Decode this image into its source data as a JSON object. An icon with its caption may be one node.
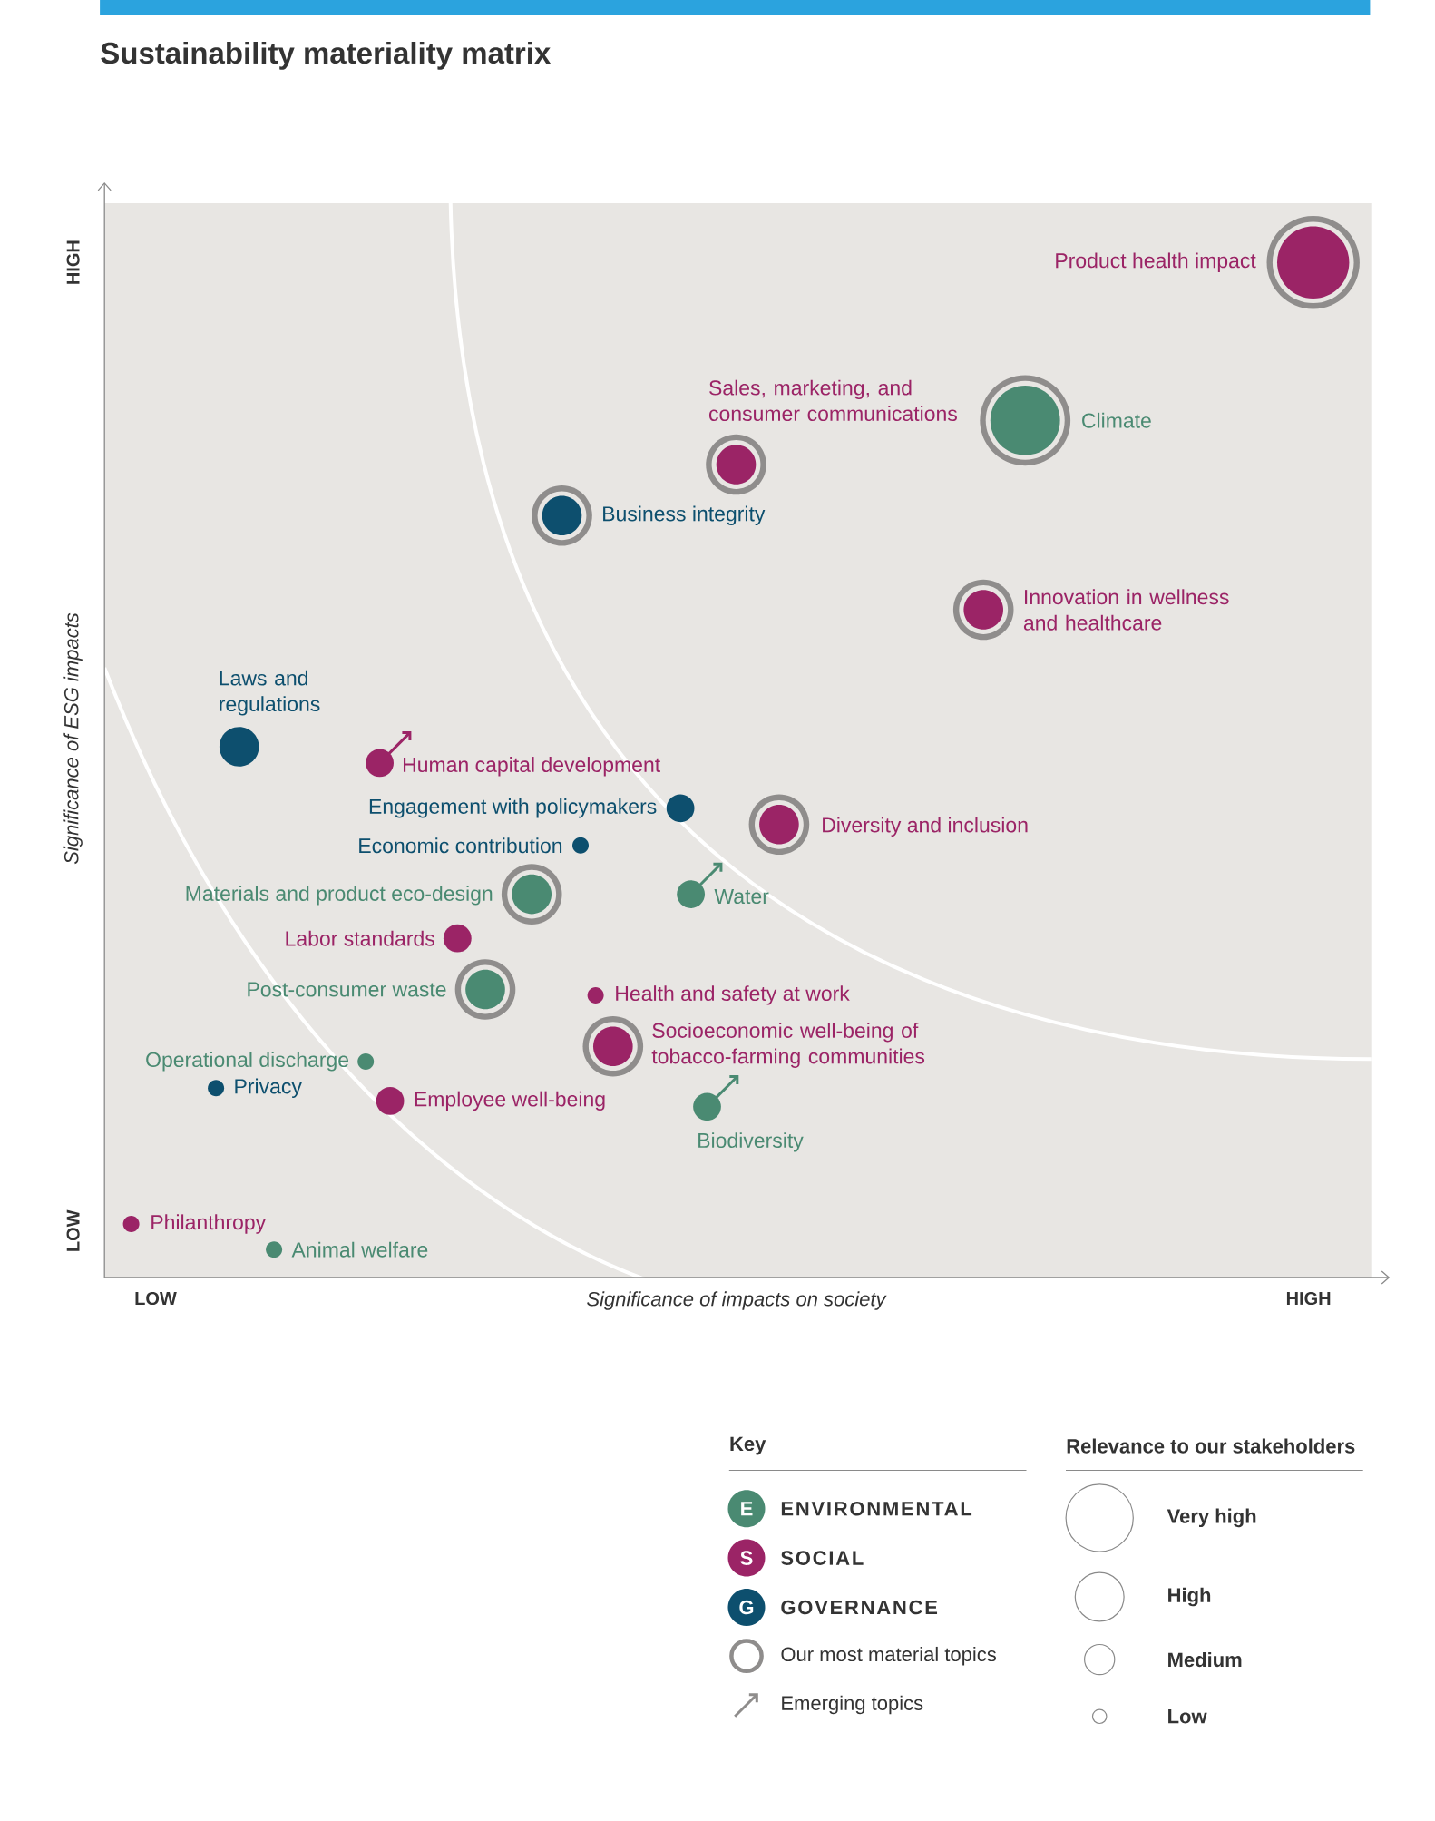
{
  "diagram": {
    "title": "Sustainability materiality matrix",
    "nodes": [
      {
        "text": [
          "Product health impact"
        ]
      },
      {
        "text": [
          "Sales, marketing, and consumer communications"
        ]
      },
      {
        "text": [
          "Climate"
        ]
      },
      {
        "text": [
          "Business integrity"
        ]
      },
      {
        "text": [
          "Innovation in wellness and healthcare"
        ]
      },
      {
        "text": [
          "Laws and regulations"
        ]
      },
      {
        "text": [
          "Human capital development"
        ]
      },
      {
        "text": [
          "Engagement with policymakers"
        ]
      },
      {
        "text": [
          "Diversity and inclusion"
        ]
      },
      {
        "text": [
          "Economic contribution"
        ]
      },
      {
        "text": [
          "Materials and product eco-design"
        ]
      },
      {
        "text": [
          "Water"
        ]
      },
      {
        "text": [
          "Labor standards"
        ]
      },
      {
        "text": [
          "Post-consumer waste"
        ]
      },
      {
        "text": [
          "Health and safety at work"
        ]
      },
      {
        "text": [
          "Socioeconomic well-being of tobacco-farming communities"
        ]
      },
      {
        "text": [
          "Operational discharge"
        ]
      },
      {
        "text": [
          "Privacy"
        ]
      },
      {
        "text": [
          "Employee well-being"
        ]
      },
      {
        "text": [
          "Biodiversity"
        ]
      },
      {
        "text": [
          "Philanthropy"
        ]
      },
      {
        "text": [
          "Animal welfare"
        ]
      }
    ],
    "labels": [
      "HIGH",
      "Significance of ESG impacts",
      "LOW",
      "LOW",
      "Significance of impacts on society",
      "HIGH",
      "Key",
      "Relevance to our stakeholders",
      "E",
      "S",
      "G"
    ],
    "legend": [
      {
        "text": "ENVIRONMENTAL",
        "color": "#4a8a72"
      },
      {
        "text": "SOCIAL",
        "color": "#9b2466"
      },
      {
        "text": "GOVERNANCE",
        "color": "#0d4f6e"
      },
      {
        "text": "Our most material topics"
      },
      {
        "text": "Emerging topics"
      },
      {
        "text": "Very high"
      },
      {
        "text": "High"
      },
      {
        "text": "Medium"
      },
      {
        "text": "Low"
      }
    ]
  }
}
